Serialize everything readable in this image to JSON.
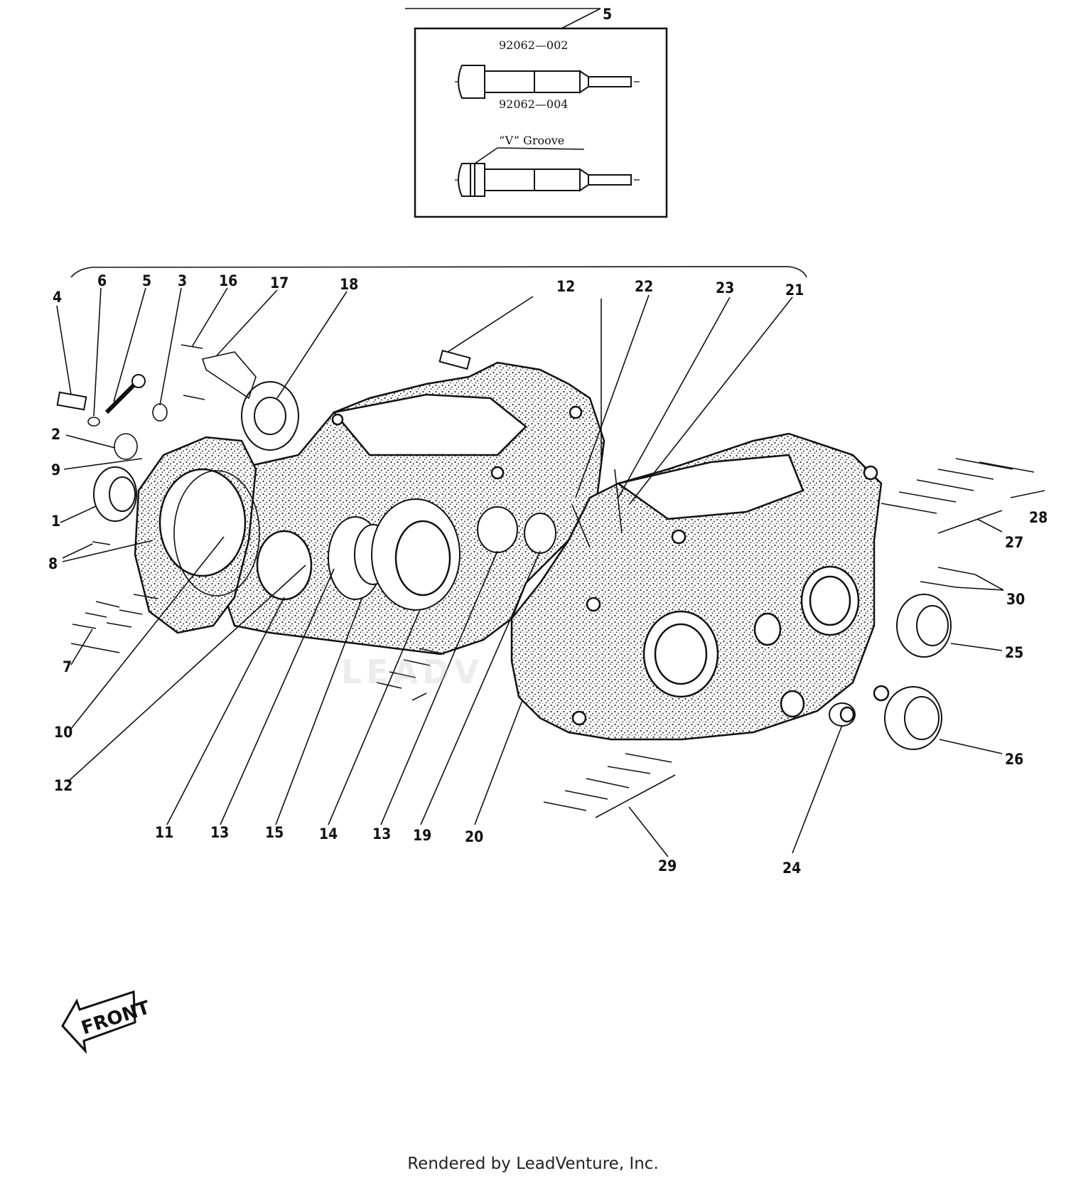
{
  "inset": {
    "callout": "5",
    "top_part_number": "92062—002",
    "bottom_part_number": "92062—004",
    "groove_label": "“V” Groove"
  },
  "callouts": {
    "c4": "4",
    "c6": "6",
    "c5": "5",
    "c3": "3",
    "c16": "16",
    "c17": "17",
    "c18": "18",
    "c12top": "12",
    "c22": "22",
    "c23": "23",
    "c21": "21",
    "c2": "2",
    "c9": "9",
    "c1": "1",
    "c8": "8",
    "c7": "7",
    "c10": "10",
    "c12left": "12",
    "c11": "11",
    "c13a": "13",
    "c15": "15",
    "c14": "14",
    "c13b": "13",
    "c19": "19",
    "c20": "20",
    "c29": "29",
    "c24": "24",
    "c26": "26",
    "c25": "25",
    "c30": "30",
    "c27": "27",
    "c28": "28"
  },
  "front_arrow_label": "FRONT",
  "watermark": "LEADV",
  "footer": "Rendered by LeadVenture, Inc."
}
